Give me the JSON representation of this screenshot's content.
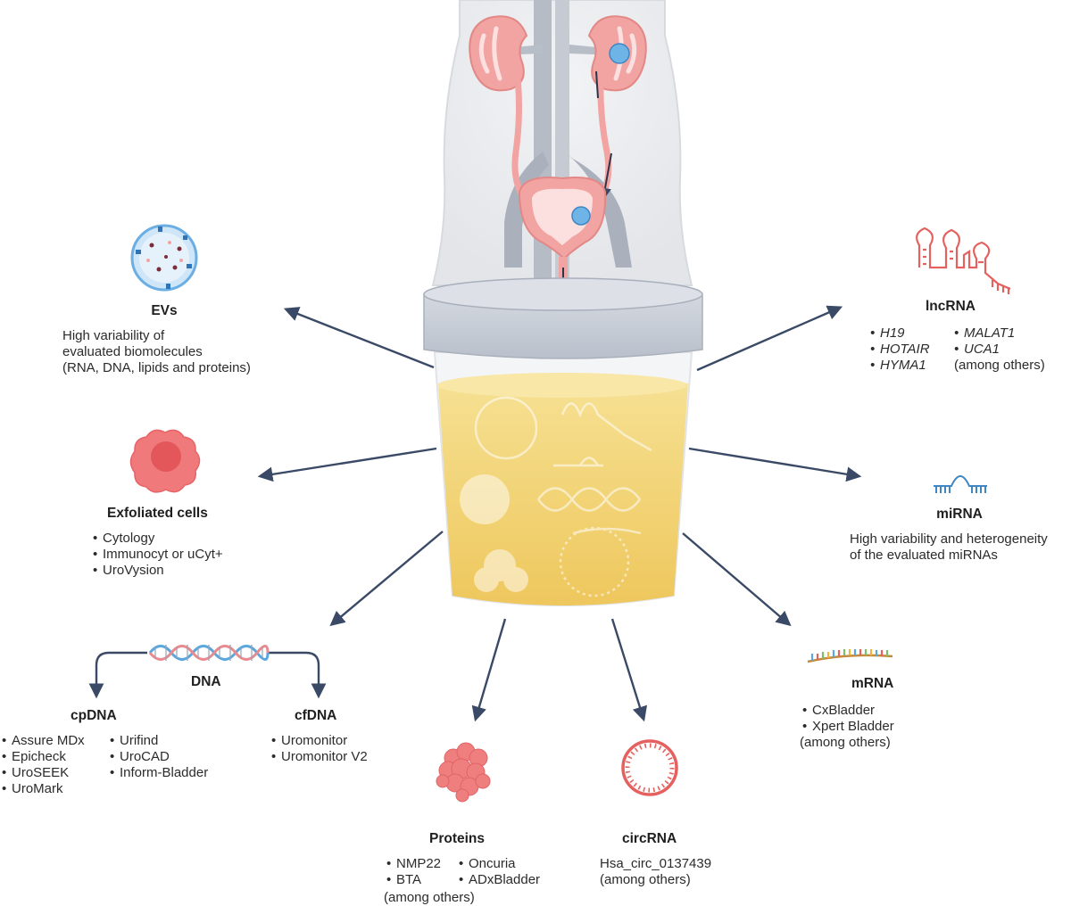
{
  "colors": {
    "arrow": "#3a4a66",
    "rna_red": "#e4615f",
    "vein_gray": "#aab1bd",
    "urine": "#f2d470",
    "kidney_pink": "#f2a4a2",
    "dna_blue": "#5aa6de",
    "dna_pink": "#e88a90"
  },
  "icons": [
    "ev-icon",
    "exfoliated-cell-icon",
    "dna-helix-icon",
    "protein-cluster-icon",
    "circrna-icon",
    "mrna-icon",
    "mirna-icon",
    "lncrna-icon",
    "urine-cup-icon",
    "urinary-tract-icon"
  ],
  "labels": {
    "evs": {
      "title": "EVs",
      "desc": "High variability of\nevaluated biomolecules\n(RNA, DNA, lipids and proteins)"
    },
    "exfoliated": {
      "title": "Exfoliated cells",
      "items": [
        "Cytology",
        "Immunocyt or uCyt+",
        "UroVysion"
      ]
    },
    "dna": {
      "title": "DNA"
    },
    "cpdna": {
      "title": "cpDNA",
      "col1": [
        "Assure MDx",
        "Epicheck",
        "UroSEEK",
        "UroMark"
      ],
      "col2": [
        "Urifind",
        "UroCAD",
        "Inform-Bladder"
      ]
    },
    "cfdna": {
      "title": "cfDNA",
      "items": [
        "Uromonitor",
        "Uromonitor V2"
      ]
    },
    "proteins": {
      "title": "Proteins",
      "col1": [
        "NMP22",
        "BTA"
      ],
      "col2": [
        "Oncuria",
        "ADxBladder"
      ],
      "note": "(among others)"
    },
    "circrna": {
      "title": "circRNA",
      "desc": "Hsa_circ_0137439",
      "note": "(among others)"
    },
    "mrna": {
      "title": "mRNA",
      "items": [
        "CxBladder",
        "Xpert Bladder"
      ],
      "note": "(among others)"
    },
    "mirna": {
      "title": "miRNA",
      "desc": "High variability and heterogeneity\nof the evaluated miRNAs"
    },
    "lncrna": {
      "title": "lncRNA",
      "col1": [
        "H19",
        "HOTAIR",
        "HYMA1"
      ],
      "col2": [
        "MALAT1",
        "UCA1"
      ],
      "note": "(among others)"
    }
  }
}
